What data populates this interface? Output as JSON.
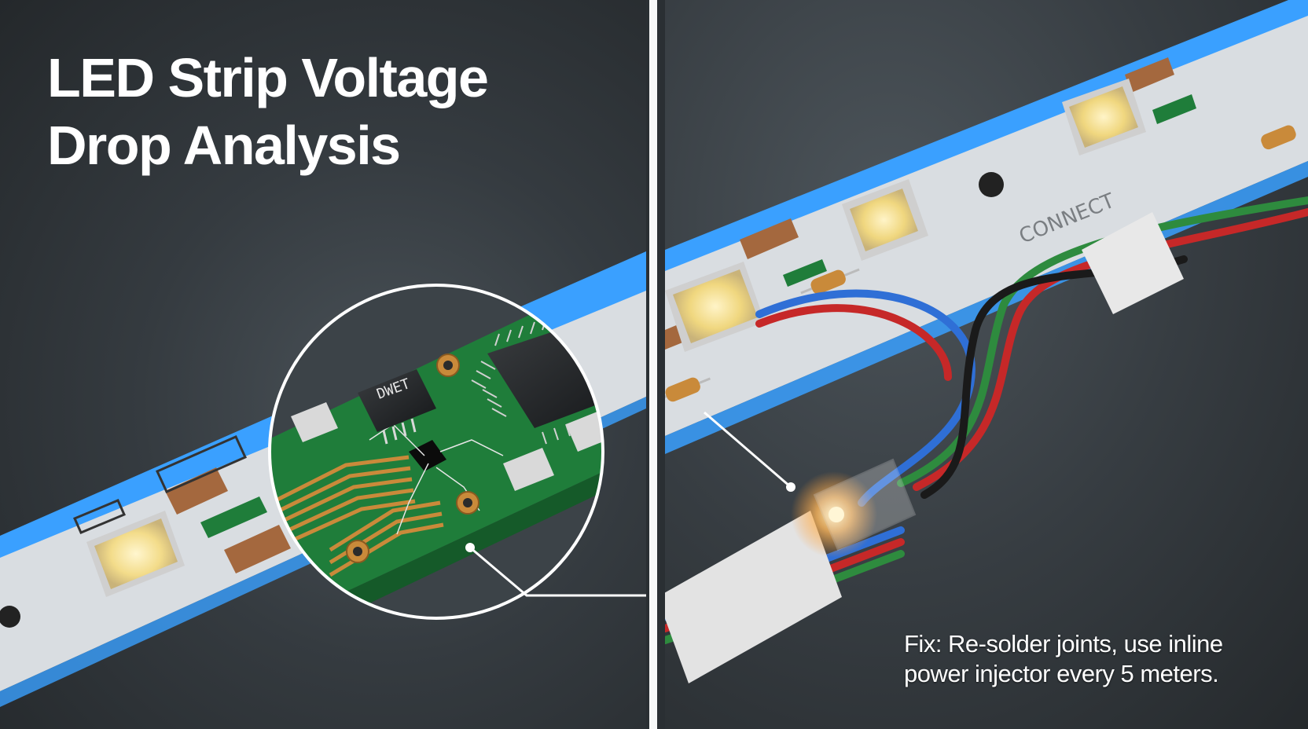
{
  "title": {
    "line1": "LED Strip Voltage",
    "line2": "Drop Analysis"
  },
  "left_panel": {
    "chip_label": "DWET"
  },
  "right_panel": {
    "strip_marking": "CONNECT",
    "caption": {
      "line1": "Fix: Re-solder joints, use inline",
      "line2": "power injector every 5 meters."
    }
  },
  "colors": {
    "background": "#2f3438",
    "strip_glow": "#3aa0ff",
    "pcb_green": "#1f7d3a",
    "copper_trace": "#c98a3a",
    "wire_red": "#c62828",
    "wire_blue": "#2f6fd6",
    "wire_green": "#2e8b3e",
    "wire_black": "#1a1a1a",
    "text": "#ffffff"
  }
}
